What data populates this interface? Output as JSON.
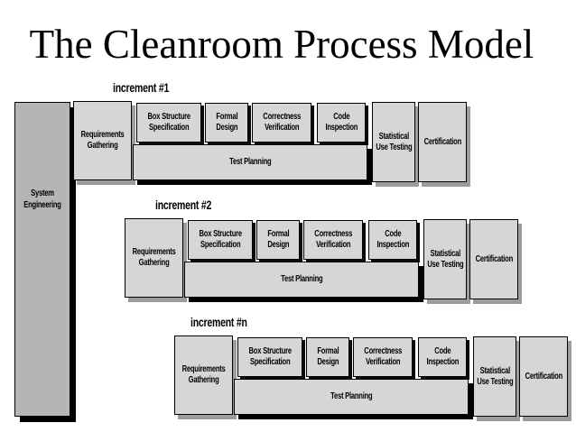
{
  "slide": {
    "title": "The Cleanroom Process Model"
  },
  "diagram": {
    "system_engineering_label": "System Engineering",
    "increments": [
      {
        "label": "increment #1",
        "requirements": "Requirements Gathering",
        "box_structure": "Box Structure Specification",
        "formal_design": "Formal Design",
        "correctness": "Correctness Verification",
        "code_inspection": "Code Inspection",
        "test_planning": "Test Planning",
        "statistical_use_testing": "Statistical Use Testing",
        "certification": "Certification"
      },
      {
        "label": "increment #2",
        "requirements": "Requirements Gathering",
        "box_structure": "Box Structure Specification",
        "formal_design": "Formal Design",
        "correctness": "Correctness Verification",
        "code_inspection": "Code Inspection",
        "test_planning": "Test Planning",
        "statistical_use_testing": "Statistical Use Testing",
        "certification": "Certification"
      },
      {
        "label": "increment #n",
        "requirements": "Requirements Gathering",
        "box_structure": "Box Structure Specification",
        "formal_design": "Formal Design",
        "correctness": "Correctness Verification",
        "code_inspection": "Code Inspection",
        "test_planning": "Test Planning",
        "statistical_use_testing": "Statistical Use Testing",
        "certification": "Certification"
      }
    ],
    "colors": {
      "background": "#ffffff",
      "box_fill": "#d6d6d6",
      "system_box_fill": "#b5b5b5",
      "border": "#000000",
      "shadow_dark": "#000000",
      "shadow_gray": "#9c9c9c",
      "text": "#000000"
    }
  }
}
